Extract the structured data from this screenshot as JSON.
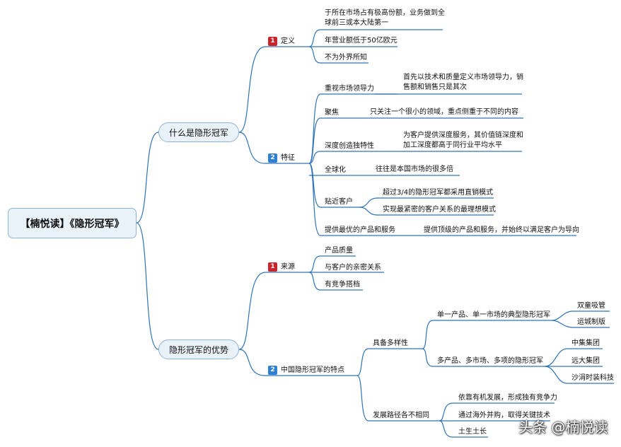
{
  "root": "【楠悦读】《隐形冠军》",
  "topics": {
    "what": "什么是隐形冠军",
    "advantage": "隐形冠军的优势"
  },
  "badges": {
    "one": "1",
    "two": "2"
  },
  "what": {
    "definition": {
      "label": "定义",
      "items": [
        "于所在市场占有极高份额，业务做到全",
        "球前三或本大陆第一",
        "年营业额低于50亿欧元",
        "不为外界所知"
      ]
    },
    "features": {
      "label": "特征",
      "items": [
        {
          "label": "重视市场领导力",
          "details": [
            "首先以技术和质量定义市场领导力，销",
            "售额和销售只是其次"
          ]
        },
        {
          "label": "聚焦",
          "details": [
            "只关注一个很小的领域，重点侧重于不同的内容"
          ]
        },
        {
          "label": "深度创造独特性",
          "details": [
            "为客户提供深度服务，其价值链深度和",
            "加工深度都高于同行业平均水平"
          ]
        },
        {
          "label": "全球化",
          "details": [
            "往往是本国市场的很多倍"
          ]
        },
        {
          "label": "贴近客户",
          "details": [
            "超过3/4的隐形冠军都采用直销模式",
            "实现最紧密的客户关系的最理想模式"
          ]
        },
        {
          "label": "提供最优的产品和服务",
          "details": [
            "提供顶级的产品和服务，并始终以满足客户为导向"
          ]
        }
      ]
    }
  },
  "advantage": {
    "source": {
      "label": "来源",
      "items": [
        "产品质量",
        "与客户的亲密关系",
        "有竞争搭档"
      ]
    },
    "china": {
      "label": "中国隐形冠军的特点",
      "diversity": {
        "label": "具备多样性",
        "single": {
          "label": "单一产品、单一市场的典型隐形冠军",
          "items": [
            "双童吸管",
            "运城制版"
          ]
        },
        "multi": {
          "label": "多产品、多市场、多项的隐形冠军",
          "items": [
            "中集集团",
            "远大集团",
            "沙涓时装科技"
          ]
        }
      },
      "paths": {
        "label": "发展路径各不相同",
        "items": [
          "依靠有机发展，形成独有竞争力",
          "通过海外并购，取得关键技术",
          "土生土长"
        ]
      }
    }
  },
  "watermark": "头条 @楠悦读"
}
